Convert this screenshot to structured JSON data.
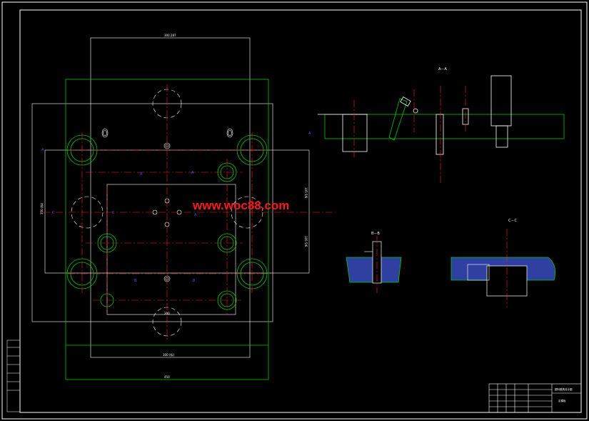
{
  "watermark": "www.woc88.com",
  "section_labels": {
    "aa": "A－A",
    "bb": "B－B",
    "cc": "C－C"
  },
  "main_view": {
    "marker_a": "A",
    "marker_b": "B",
    "marker_c": "C",
    "dim_top": "300 287",
    "dim_bottom": "300 (标)",
    "dim_overall_bottom": "450",
    "dim_left": "350 (标)",
    "dim_right_upper": "105 5/6",
    "dim_right_lower": "105 5/6",
    "dim_inner_bottom": "200"
  },
  "title_block": {
    "title": "塑料模具设计图",
    "drawing_no": "定模板"
  },
  "colors": {
    "outline": "#ffffff",
    "part": "#00c800",
    "center": "#ff2020",
    "marker": "#3b5bff",
    "hatch": "#3040a0"
  }
}
